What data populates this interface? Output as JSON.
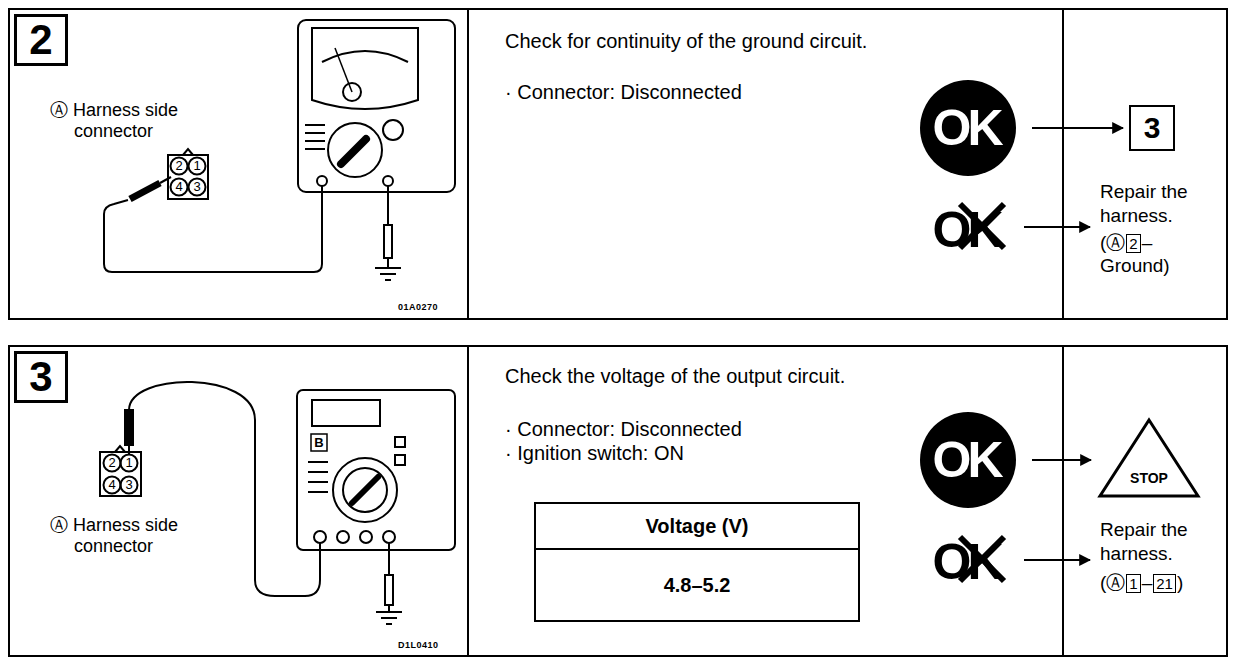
{
  "diagram": {
    "nodes": [
      {
        "text": [
          "Check for continuity of the ground circuit.",
          "· Connector: Disconnected"
        ]
      },
      {
        "text": [
          "2"
        ],
        "in": 0
      },
      {
        "text": [
          "OK"
        ],
        "in": 0
      },
      {
        "text": [
          "OK"
        ],
        "in": 0
      },
      {
        "text": [
          "3"
        ],
        "in": 0
      },
      {
        "text": [
          "Check the voltage of the output circuit.",
          "· Connector: Disconnected",
          "· Ignition switch: ON"
        ]
      },
      {
        "text": [
          "3"
        ],
        "in": 5
      },
      {
        "text": [
          "Voltage (V)",
          "4.8–5.2"
        ],
        "in": 5
      },
      {
        "text": [
          "OK"
        ],
        "in": 5
      },
      {
        "text": [
          "OK"
        ],
        "in": 5
      },
      {
        "text": [
          "STOP"
        ],
        "in": 5
      }
    ],
    "edges": [
      {
        "from": 2,
        "to": 4,
        "arrow": "to"
      },
      {
        "from": 8,
        "to": 10,
        "arrow": "to"
      }
    ],
    "labels": [
      "Ⓐ Harness side connector",
      "2",
      "1",
      "4",
      "3",
      "01A0270",
      "Repair the harness.",
      "(Ⓐ",
      "2",
      "–",
      "Ground)",
      "Ⓐ Harness side connector",
      "2",
      "1",
      "4",
      "3",
      "B",
      "D1L0410",
      "Repair the harness.",
      "(Ⓐ",
      "1",
      "–",
      "21",
      ")"
    ]
  }
}
